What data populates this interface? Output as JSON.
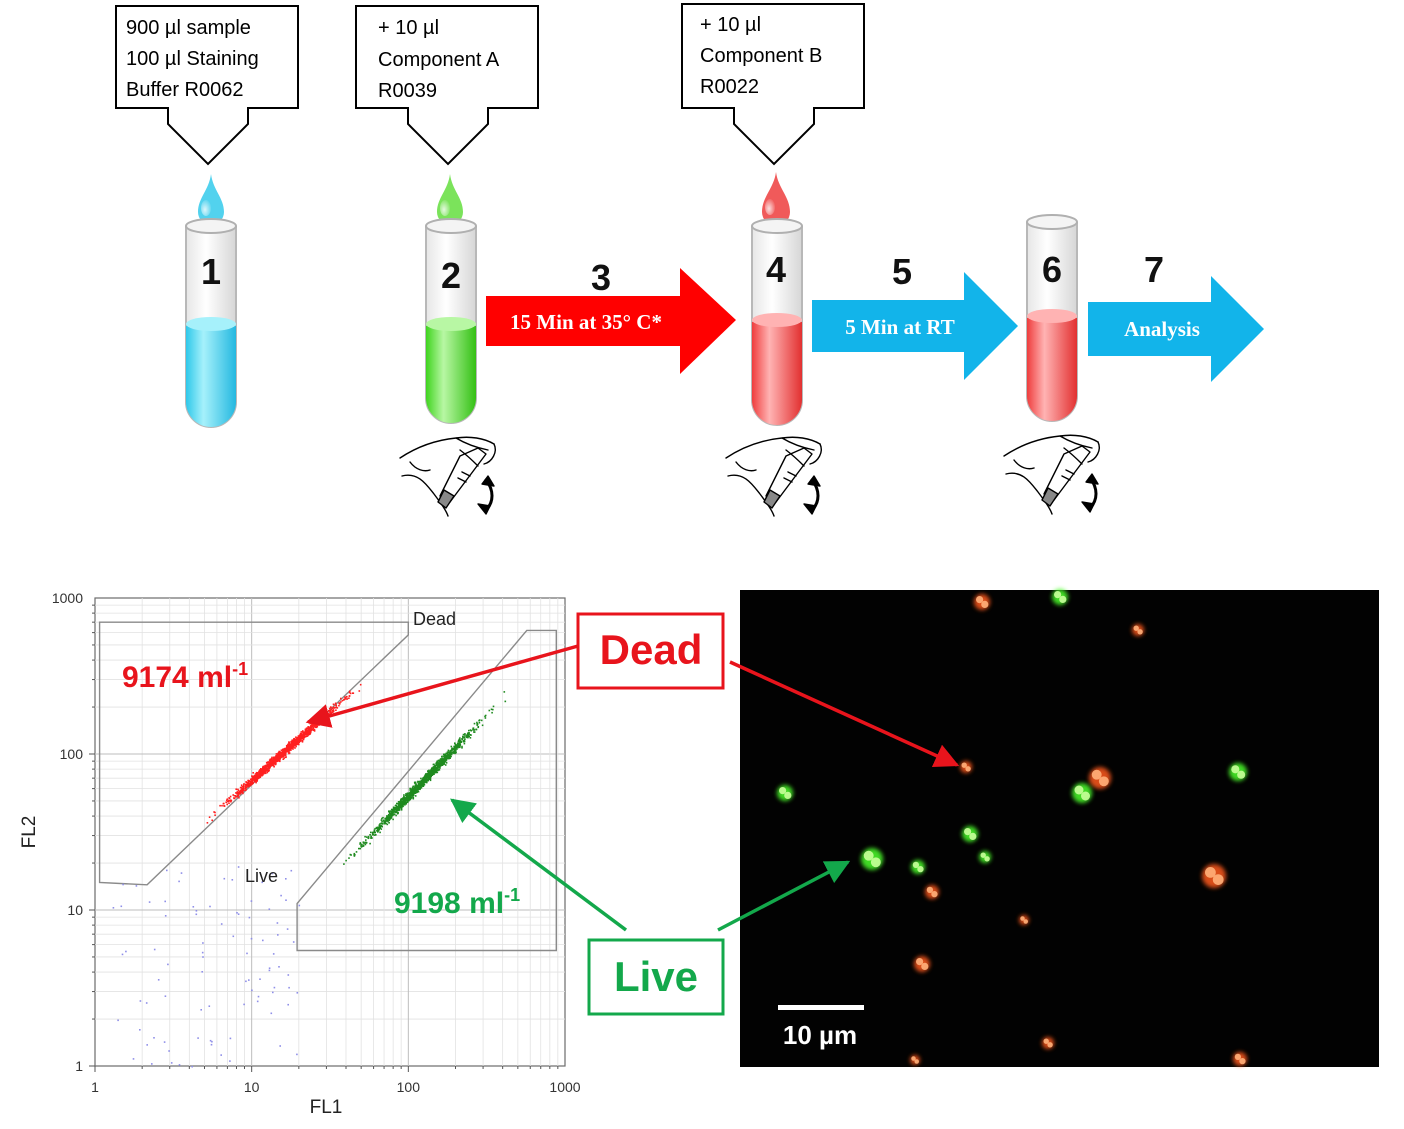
{
  "steps": {
    "callout_1": [
      "900 µl sample",
      "100 µl Staining",
      "Buffer R0062"
    ],
    "callout_2": [
      "+ 10 µl",
      "Component  A",
      "R0039"
    ],
    "callout_3": [
      "+ 10 µl",
      "Component  B",
      "R0022"
    ],
    "tube_1": "1",
    "tube_2": "2",
    "tube_4": "4",
    "tube_6": "6",
    "arrow_3_number": "3",
    "arrow_3_label": "15 Min at 35° C*",
    "arrow_5_number": "5",
    "arrow_5_label": "5 Min at RT",
    "arrow_7_number": "7",
    "arrow_7_label": "Analysis"
  },
  "colors": {
    "tube1": "#52d2ee",
    "tube2": "#5be63c",
    "tube4": "#f05a5a",
    "red_arrow": "#ff0000",
    "blue_arrow": "#12b4ea",
    "dead": "#e8141c",
    "live": "#13a84b",
    "dead_dots": "#ff2020",
    "live_dots": "#1f8a1f",
    "debris": "#8f8fe8"
  },
  "cytometry": {
    "ylabel": "FL2",
    "xlabel": "FL1",
    "gate_dead_label": "Dead",
    "gate_live_label": "Live",
    "dead_count_value": "9174 ml",
    "dead_count_exp": "-1",
    "live_count_value": "9198 ml",
    "live_count_exp": "-1"
  },
  "chart_data": {
    "type": "scatter",
    "xlabel": "FL1",
    "ylabel": "FL2",
    "xscale": "log",
    "yscale": "log",
    "xlim": [
      1,
      1000
    ],
    "ylim": [
      1,
      1000
    ],
    "xticks": [
      "1",
      "10",
      "100",
      "1000"
    ],
    "yticks": [
      "1",
      "10",
      "100",
      "1000"
    ],
    "grid": true,
    "gates": [
      {
        "name": "Dead",
        "polygon": [
          [
            1.07,
            700
          ],
          [
            1.07,
            15
          ],
          [
            2.15,
            14.5
          ],
          [
            100,
            580
          ],
          [
            100,
            700
          ]
        ]
      },
      {
        "name": "Live",
        "polygon": [
          [
            19.5,
            11
          ],
          [
            19.5,
            5.5
          ],
          [
            880,
            5.5
          ],
          [
            880,
            620
          ],
          [
            570,
            620
          ]
        ]
      }
    ],
    "series": [
      {
        "name": "Dead",
        "count_label": "9174 ml-1",
        "trend": [
          [
            2.5,
            20
          ],
          [
            100,
            530
          ]
        ]
      },
      {
        "name": "Live",
        "count_label": "9198 ml-1",
        "trend": [
          [
            20,
            10
          ],
          [
            700,
            420
          ]
        ]
      }
    ]
  },
  "labels": {
    "dead_box": "Dead",
    "live_box": "Live"
  },
  "micrograph": {
    "scale_bar_label": "10 µm"
  }
}
